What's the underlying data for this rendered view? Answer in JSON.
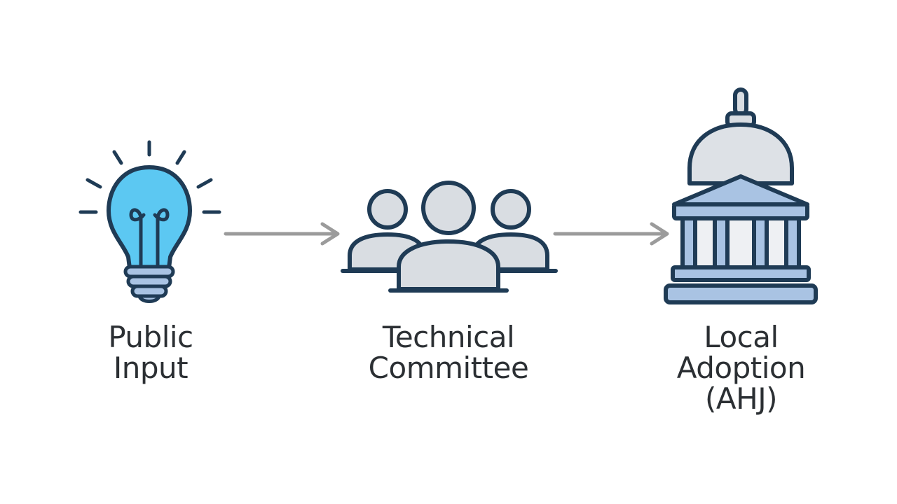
{
  "steps": [
    {
      "icon": "lightbulb-icon",
      "lines": [
        "Public",
        "Input"
      ]
    },
    {
      "icon": "people-group-icon",
      "lines": [
        "Technical",
        "Committee"
      ]
    },
    {
      "icon": "government-building-icon",
      "lines": [
        "Local",
        "Adoption",
        "(AHJ)"
      ]
    }
  ],
  "colors": {
    "outline": "#1f3b55",
    "bulb_fill": "#5cc8f2",
    "person_fill": "#d9dde2",
    "building_fill": "#a9c3e3",
    "dome_fill": "#dde1e6",
    "arrow": "#9b9b9b",
    "text": "#2b2f33"
  }
}
